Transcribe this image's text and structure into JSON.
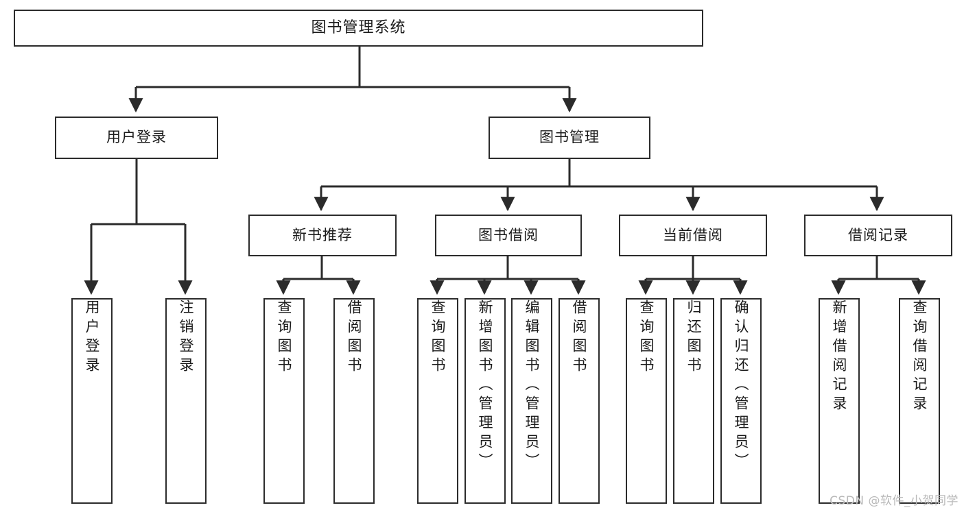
{
  "diagram": {
    "title": "图书管理系统",
    "type": "hierarchy-tree",
    "watermark": "CSDN @软件_小贺同学",
    "colors": {
      "stroke": "#2b2b2b",
      "fill": "#ffffff",
      "text": "#1a1a1a",
      "watermark": "#b9b9b9"
    },
    "nodes": {
      "root": {
        "label": "图书管理系统"
      },
      "level2": [
        {
          "id": "user-login",
          "label": "用户登录"
        },
        {
          "id": "book-manage",
          "label": "图书管理"
        }
      ],
      "level3": [
        {
          "id": "new-book-rec",
          "label": "新书推荐"
        },
        {
          "id": "book-borrow",
          "label": "图书借阅"
        },
        {
          "id": "current-borrow",
          "label": "当前借阅"
        },
        {
          "id": "borrow-record",
          "label": "借阅记录"
        }
      ],
      "leaves": [
        {
          "id": "leaf-user-login",
          "label": "用户登录",
          "parent": "user-login"
        },
        {
          "id": "leaf-user-logout",
          "label": "注销登录",
          "parent": "user-login"
        },
        {
          "id": "leaf-query-book-1",
          "label": "查询图书",
          "parent": "new-book-rec"
        },
        {
          "id": "leaf-borrow-book-1",
          "label": "借阅图书",
          "parent": "new-book-rec"
        },
        {
          "id": "leaf-query-book-2",
          "label": "查询图书",
          "parent": "book-borrow"
        },
        {
          "id": "leaf-add-book",
          "label": "新增图书（管理员）",
          "parent": "book-borrow"
        },
        {
          "id": "leaf-edit-book",
          "label": "编辑图书（管理员）",
          "parent": "book-borrow"
        },
        {
          "id": "leaf-borrow-book-2",
          "label": "借阅图书",
          "parent": "book-borrow"
        },
        {
          "id": "leaf-query-book-3",
          "label": "查询图书",
          "parent": "current-borrow"
        },
        {
          "id": "leaf-return-book",
          "label": "归还图书",
          "parent": "current-borrow"
        },
        {
          "id": "leaf-confirm-return",
          "label": "确认归还（管理员）",
          "parent": "current-borrow"
        },
        {
          "id": "leaf-add-record",
          "label": "新增借阅记录",
          "parent": "borrow-record"
        },
        {
          "id": "leaf-query-record",
          "label": "查询借阅记录",
          "parent": "borrow-record"
        }
      ]
    }
  }
}
